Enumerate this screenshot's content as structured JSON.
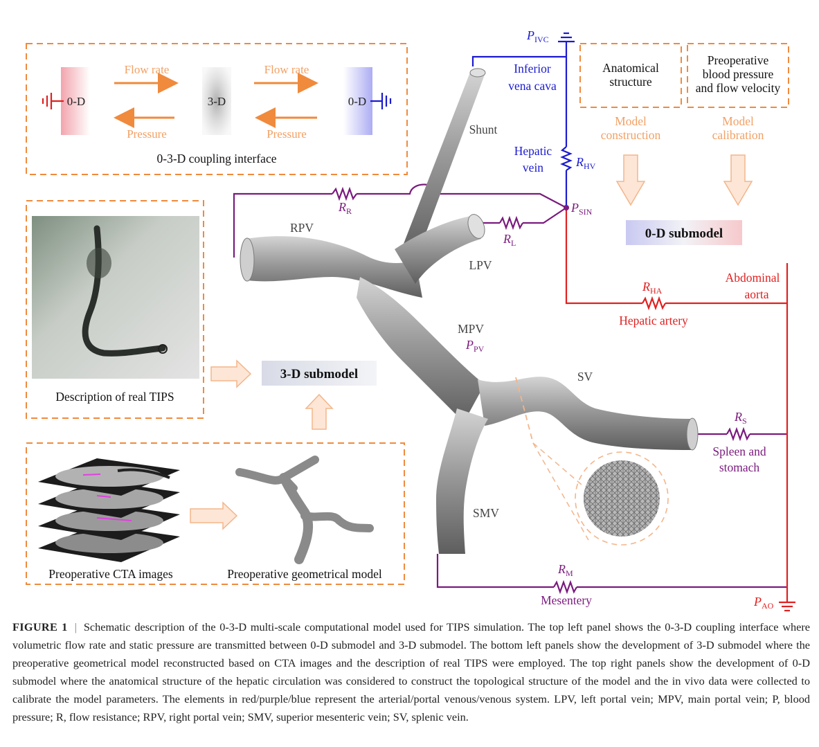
{
  "coupling": {
    "left_block": "0-D",
    "center_block": "3-D",
    "right_block": "0-D",
    "flow_left": "Flow rate",
    "flow_right": "Flow rate",
    "pressure_left": "Pressure",
    "pressure_right": "Pressure",
    "title": "0-3-D coupling interface"
  },
  "tips_panel": {
    "caption": "Description of real TIPS"
  },
  "submodel_3d": {
    "label": "3-D submodel"
  },
  "cta_panel": {
    "cta_caption": "Preoperative CTA images",
    "geom_caption": "Preoperative geometrical model"
  },
  "top_right": {
    "anatomy_box": [
      "Anatomical",
      "structure"
    ],
    "preop_box": [
      "Preoperative",
      "blood pressure",
      "and flow velocity"
    ],
    "construction": [
      "Model",
      "construction"
    ],
    "calibration": [
      "Model",
      "calibration"
    ],
    "submodel_0d": "0-D submodel"
  },
  "vessels": {
    "shunt": "Shunt",
    "rpv": "RPV",
    "lpv": "LPV",
    "mpv": "MPV",
    "sv": "SV",
    "smv": "SMV"
  },
  "circuit": {
    "p_ivc": {
      "main": "P",
      "sub": "IVC"
    },
    "ivc": [
      "Inferior",
      "vena cava"
    ],
    "hepatic_vein": [
      "Hepatic",
      "vein"
    ],
    "r_hv": {
      "main": "R",
      "sub": "HV"
    },
    "p_sin": {
      "main": "P",
      "sub": "SIN"
    },
    "r_r": {
      "main": "R",
      "sub": "R"
    },
    "r_l": {
      "main": "R",
      "sub": "L"
    },
    "r_ha": {
      "main": "R",
      "sub": "HA"
    },
    "hepatic_artery": "Hepatic artery",
    "abdominal_aorta": [
      "Abdominal",
      "aorta"
    ],
    "p_pv": {
      "main": "P",
      "sub": "PV"
    },
    "r_s": {
      "main": "R",
      "sub": "S"
    },
    "spleen": [
      "Spleen and",
      "stomach"
    ],
    "r_m": {
      "main": "R",
      "sub": "M"
    },
    "mesentery": "Mesentery",
    "p_ao": {
      "main": "P",
      "sub": "AO"
    }
  },
  "colors": {
    "orange": "#f08a3c",
    "orange_text": "#f2a064",
    "red": "#e02020",
    "blue": "#1a1ad0",
    "purple": "#7a1a7e",
    "vessel": "#9a9a9a"
  },
  "caption": {
    "label": "FIGURE 1",
    "separator": "|",
    "text": "Schematic description of the 0-3-D multi-scale computational model used for TIPS simulation. The top left panel shows the 0-3-D coupling interface where volumetric flow rate and static pressure are transmitted between 0-D submodel and 3-D submodel. The bottom left panels show the development of 3-D submodel where the preoperative geometrical model reconstructed based on CTA images and the description of real TIPS were employed. The top right panels show the development of 0-D submodel where the anatomical structure of the hepatic circulation was considered to construct the topological structure of the model and the in vivo data were collected to calibrate the model parameters. The elements in red/purple/blue represent the arterial/portal venous/venous system. LPV, left portal vein; MPV, main portal vein; P, blood pressure; R, flow resistance; RPV, right portal vein; SMV, superior mesenteric vein; SV, splenic vein."
  }
}
